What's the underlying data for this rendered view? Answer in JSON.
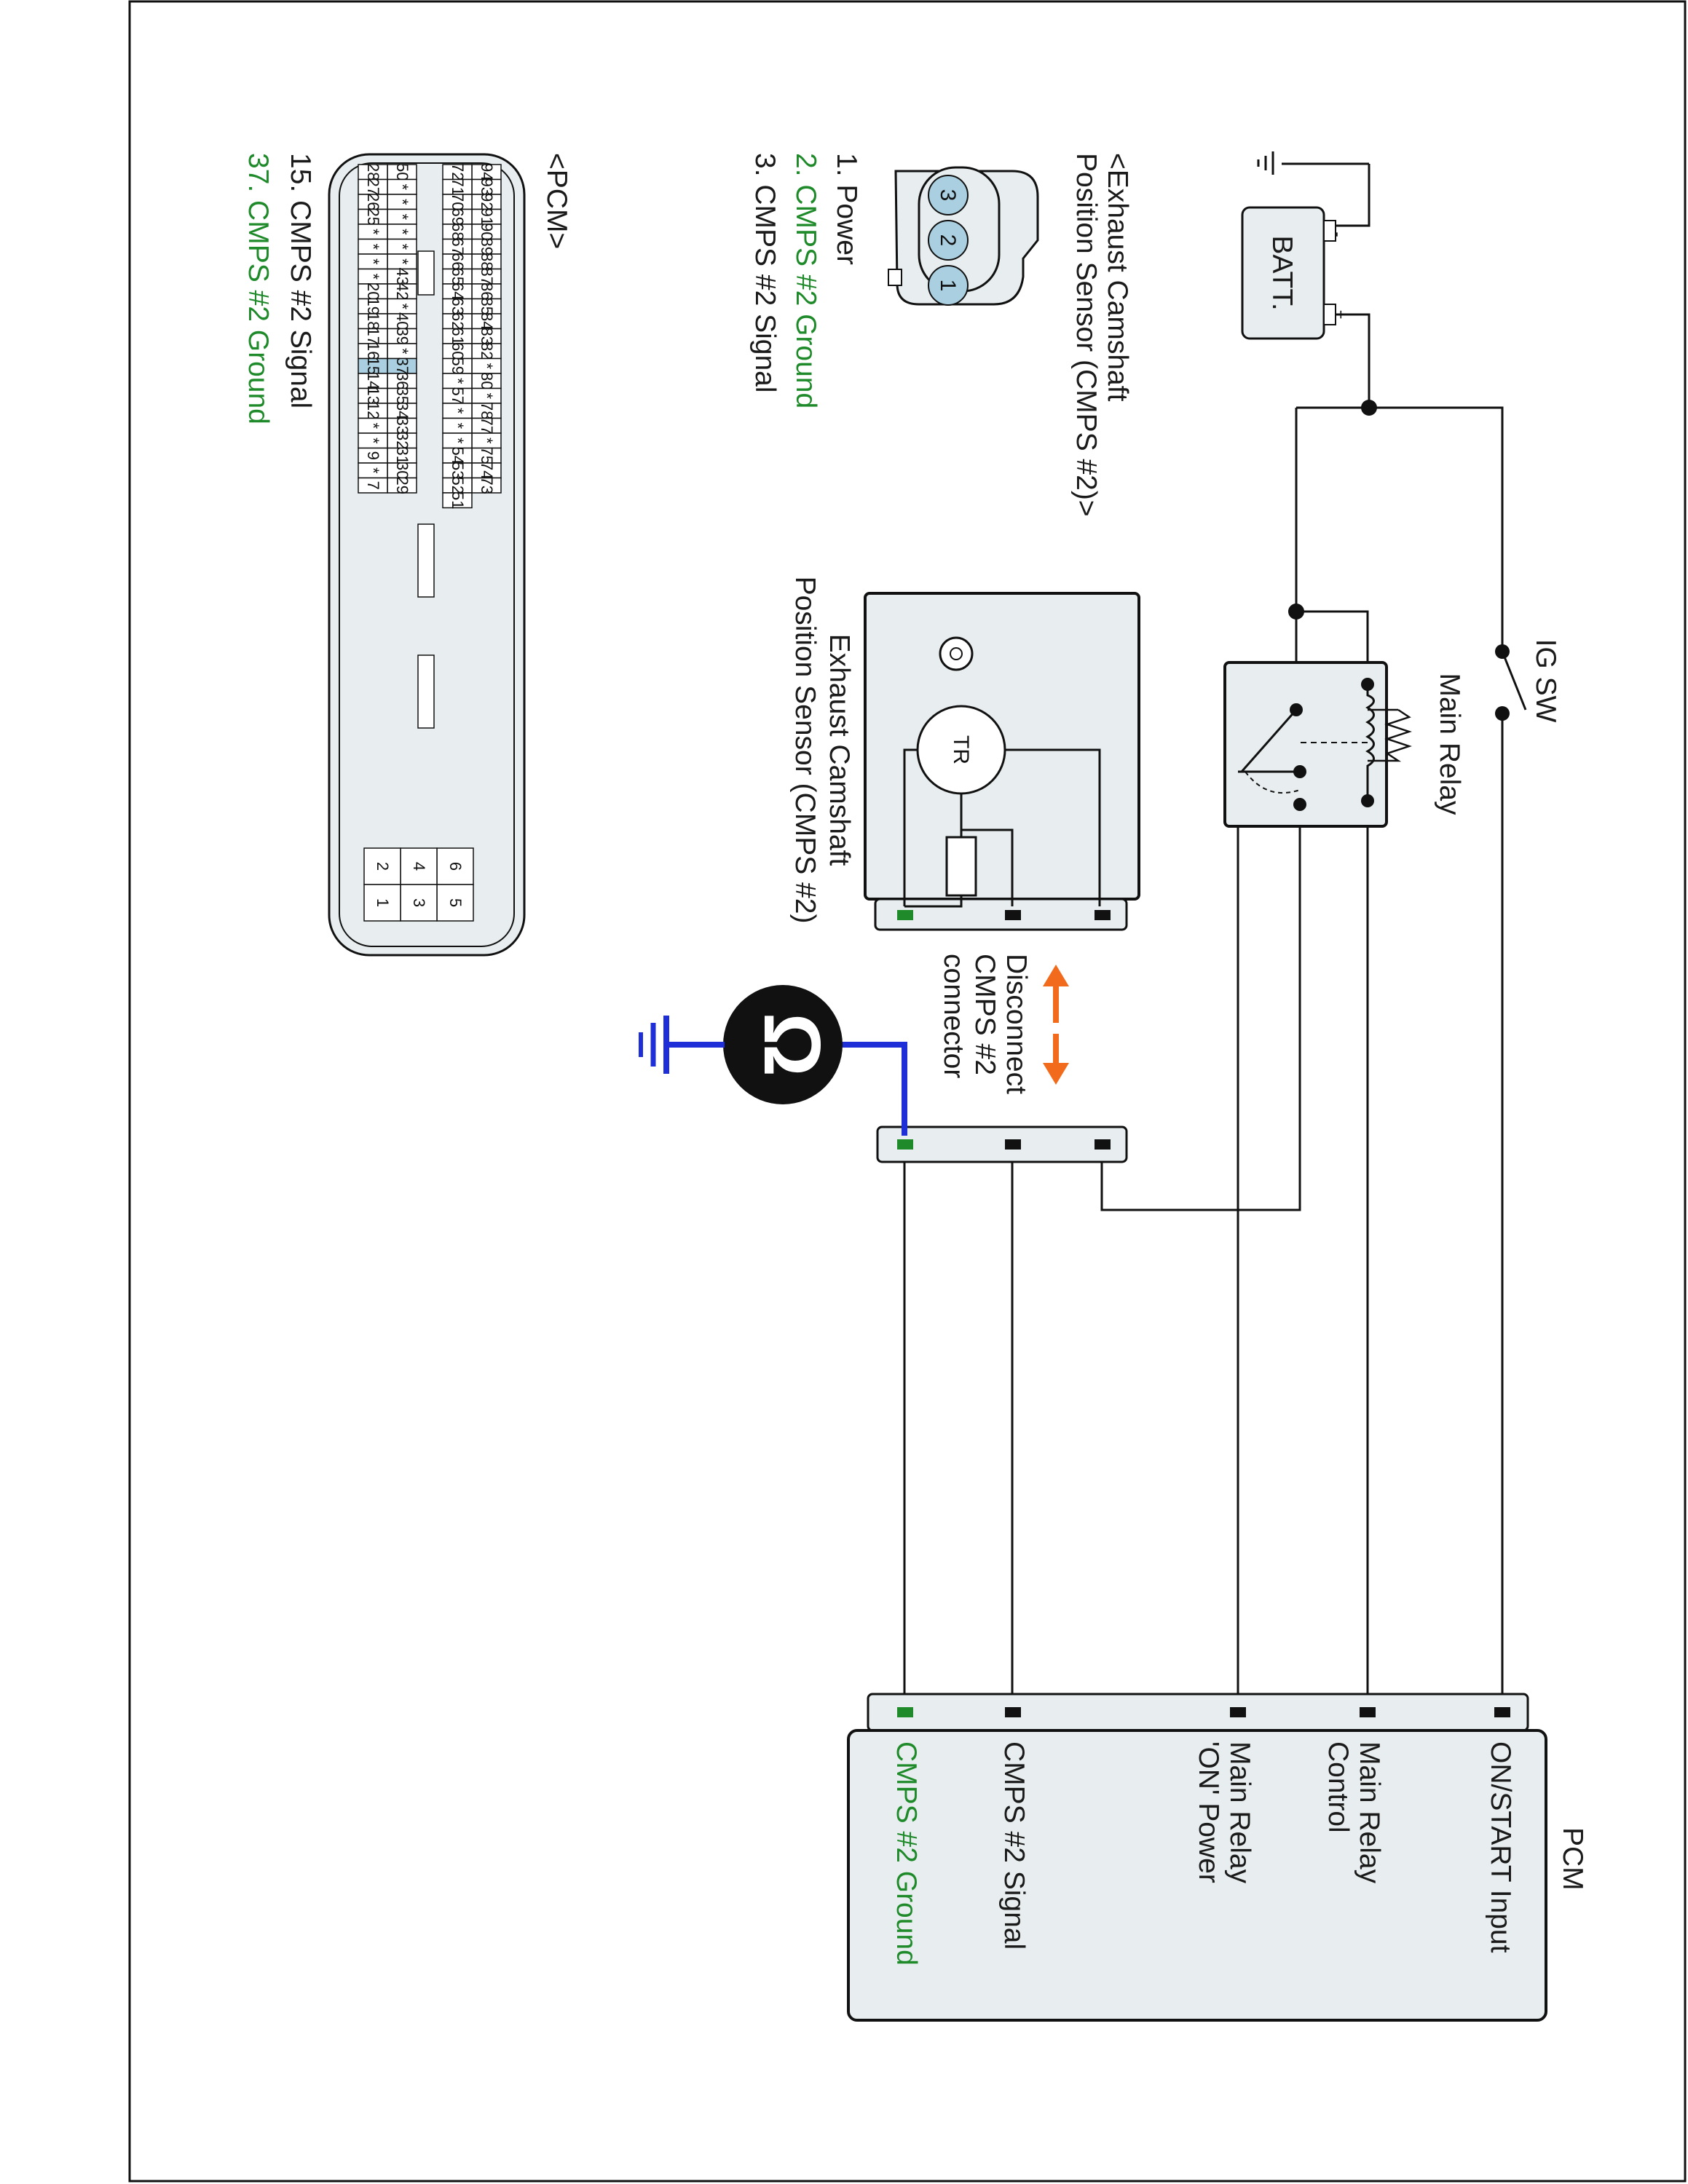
{
  "components": {
    "battery": "BATT.",
    "battery_plus": "+",
    "battery_minus": "-",
    "ig_switch": "IG SW",
    "main_relay": "Main Relay",
    "sensor_name_line1": "Exhaust Camshaft",
    "sensor_name_line2": "Position Sensor (CMPS #2)",
    "sensor_inner": "TR",
    "pcm": "PCM"
  },
  "disconnect_note": {
    "line1": "Disconnect",
    "line2": "CMPS #2",
    "line3": "connector"
  },
  "ohmmeter_symbol": "Ω",
  "pcm_terminals": [
    {
      "label_line1": "ON/START Input",
      "label_line2": "",
      "color": "#1a1a1a"
    },
    {
      "label_line1": "Main Relay",
      "label_line2": "Control",
      "color": "#1a1a1a"
    },
    {
      "label_line1": "Main Relay",
      "label_line2": "'ON' Power",
      "color": "#1a1a1a"
    },
    {
      "label_line1": "CMPS #2 Signal",
      "label_line2": "",
      "color": "#1a1a1a"
    },
    {
      "label_line1": "CMPS #2 Ground",
      "label_line2": "",
      "color": "#1f8a2a"
    }
  ],
  "sensor_connector": {
    "title_line1": "<Exhaust Camshaft",
    "title_line2": "Position Sensor (CMPS #2)>",
    "pin_numbers": [
      "1",
      "2",
      "3"
    ],
    "pins": [
      {
        "text": "1. Power",
        "highlight": false
      },
      {
        "text": "2. CMPS #2 Ground",
        "highlight": true
      },
      {
        "text": "3. CMPS #2 Signal",
        "highlight": false
      }
    ]
  },
  "pcm_connector": {
    "title": "<PCM>",
    "row1": [
      "94",
      "93",
      "92",
      "91",
      "90",
      "89",
      "88",
      "87",
      "86",
      "85",
      "84",
      "83",
      "82",
      "*",
      "80",
      "*",
      "78",
      "77",
      "*",
      "75",
      "74",
      "73"
    ],
    "row2": [
      "72",
      "71",
      "70",
      "69",
      "68",
      "67",
      "66",
      "65",
      "64",
      "63",
      "62",
      "61",
      "60",
      "59",
      "*",
      "57",
      "*",
      "*",
      "*",
      "54",
      "53",
      "52",
      "51"
    ],
    "row3": [
      "50",
      "*",
      "*",
      "*",
      "*",
      "*",
      "*",
      "43",
      "42",
      "*",
      "40",
      "39",
      "*",
      "37",
      "36",
      "35",
      "34",
      "33",
      "32",
      "31",
      "30",
      "29"
    ],
    "row4": [
      "28",
      "27",
      "26",
      "25",
      "*",
      "*",
      "*",
      "*",
      "20",
      "19",
      "18",
      "17",
      "16",
      "15",
      "14",
      "13",
      "12",
      "*",
      "*",
      "9",
      "*",
      "7"
    ],
    "small_block": [
      [
        "6",
        "5"
      ],
      [
        "4",
        "3"
      ],
      [
        "2",
        "1"
      ]
    ],
    "highlighted": [
      "37",
      "15"
    ],
    "pins": [
      {
        "text": "15. CMPS #2 Signal",
        "highlight": false
      },
      {
        "text": "37. CMPS #2 Ground",
        "highlight": true
      }
    ]
  },
  "colors": {
    "highlight_green": "#1f8a2a",
    "pin_highlight": "#a9cfe0",
    "component_fill": "#e8eeef",
    "meter_wire": "#1f2fd8",
    "arrow": "#f26a1b"
  }
}
